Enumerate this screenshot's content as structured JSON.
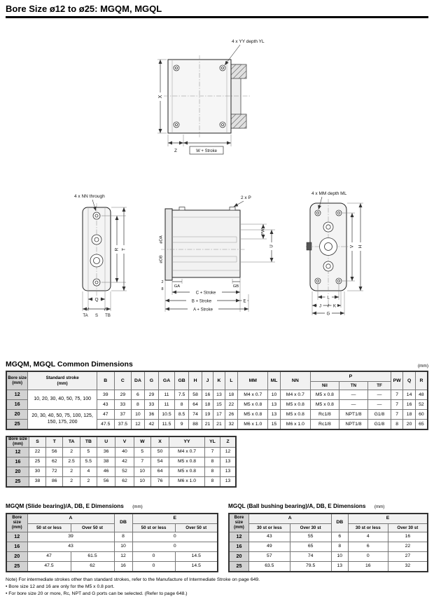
{
  "page": {
    "title": "Bore Size ø12 to ø25: MGQM, MGQL"
  },
  "colors": {
    "bore_column_shading": "#d2d2d2",
    "title_rule": "#000000"
  },
  "drawings": {
    "top": {
      "hole_note": "4 x YY depth YL",
      "dim_x": "X",
      "dim_z": "Z",
      "dim_w": "W + Stroke"
    },
    "front": {
      "hole_note": "4 x NN through",
      "dim_r": "R",
      "dim_t": "T",
      "dim_q": "Q",
      "dim_ta": "TA",
      "dim_s": "S",
      "dim_tb": "TB"
    },
    "side": {
      "port_note": "2 x P",
      "dim_da": "øDA",
      "dim_db": "øDB",
      "dim_pw": "PW",
      "dim_u": "U",
      "dim_2": "2",
      "dim_8": "8",
      "dim_ga": "GA",
      "dim_gb": "GB",
      "dim_c": "C + Stroke",
      "dim_b": "B + Stroke",
      "dim_e": "E",
      "dim_a": "A + Stroke"
    },
    "rear": {
      "hole_note": "4 x MM depth ML",
      "dim_h": "H",
      "dim_v": "V",
      "dim_l": "L",
      "dim_j": "J",
      "dim_k": "K",
      "dim_g": "G"
    }
  },
  "common": {
    "title": "MGQM, MGQL Common Dimensions",
    "unit": "(mm)",
    "t1": {
      "h_bore": "Bore size\n(mm)",
      "h_stroke": "Standard stroke\n(mm)",
      "h_cols": [
        "B",
        "C",
        "DA",
        "G",
        "GA",
        "GB",
        "H",
        "J",
        "K",
        "L",
        "MM",
        "ML",
        "NN"
      ],
      "h_p": "P",
      "h_p_sub": [
        "Nil",
        "TN",
        "TF"
      ],
      "h_tail": [
        "PW",
        "Q",
        "R"
      ],
      "stroke_12_16": "10, 20, 30, 40, 50, 75, 100",
      "stroke_20_25": "20, 30, 40, 50, 75, 100, 125, 150, 175, 200",
      "rows": [
        {
          "bore": "12",
          "v": [
            "39",
            "29",
            "6",
            "29",
            "11",
            "7.5",
            "58",
            "16",
            "13",
            "18",
            "M4 x 0.7",
            "10",
            "M4 x 0.7",
            "M5 x 0.8",
            "—",
            "—",
            "7",
            "14",
            "48"
          ]
        },
        {
          "bore": "16",
          "v": [
            "43",
            "33",
            "8",
            "33",
            "11",
            "8",
            "64",
            "18",
            "15",
            "22",
            "M5 x 0.8",
            "13",
            "M5 x 0.8",
            "M5 x 0.8",
            "—",
            "—",
            "7",
            "16",
            "52"
          ]
        },
        {
          "bore": "20",
          "v": [
            "47",
            "37",
            "10",
            "36",
            "10.5",
            "8.5",
            "74",
            "19",
            "17",
            "26",
            "M5 x 0.8",
            "13",
            "M5 x 0.8",
            "Rc1/8",
            "NPT1/8",
            "G1/8",
            "7",
            "18",
            "60"
          ]
        },
        {
          "bore": "25",
          "v": [
            "47.5",
            "37.5",
            "12",
            "42",
            "11.5",
            "9",
            "88",
            "21",
            "21",
            "32",
            "M6 x 1.0",
            "15",
            "M6 x 1.0",
            "Rc1/8",
            "NPT1/8",
            "G1/8",
            "8",
            "20",
            "65"
          ]
        }
      ]
    },
    "t2": {
      "h_bore": "Bore size\n(mm)",
      "h_cols": [
        "S",
        "T",
        "TA",
        "TB",
        "U",
        "V",
        "W",
        "X",
        "YY",
        "YL",
        "Z"
      ],
      "rows": [
        {
          "bore": "12",
          "v": [
            "22",
            "56",
            "2",
            "5",
            "36",
            "40",
            "5",
            "50",
            "M4 x 0.7",
            "7",
            "12"
          ]
        },
        {
          "bore": "16",
          "v": [
            "25",
            "62",
            "2.5",
            "5.5",
            "38",
            "42",
            "7",
            "54",
            "M5 x 0.8",
            "8",
            "13"
          ]
        },
        {
          "bore": "20",
          "v": [
            "30",
            "72",
            "2",
            "4",
            "46",
            "52",
            "10",
            "64",
            "M5 x 0.8",
            "8",
            "13"
          ]
        },
        {
          "bore": "25",
          "v": [
            "38",
            "86",
            "2",
            "2",
            "56",
            "62",
            "10",
            "76",
            "M6 x 1.0",
            "8",
            "13"
          ]
        }
      ]
    }
  },
  "mgqm": {
    "title": "MGQM (Slide bearing)/A, DB, E Dimensions",
    "unit": "(mm)",
    "h_bore": "Bore size\n(mm)",
    "h_a": "A",
    "h_db": "DB",
    "h_e": "E",
    "h_sub": [
      "50 st or less",
      "Over 50 st",
      "50 st or less",
      "Over 50 st"
    ],
    "rows": [
      {
        "bore": "12",
        "a": "39",
        "db": "8",
        "e": "0"
      },
      {
        "bore": "16",
        "a": "43",
        "db": "10",
        "e": "0"
      },
      {
        "bore": "20",
        "a1": "47",
        "a2": "61.5",
        "db": "12",
        "e1": "0",
        "e2": "14.5"
      },
      {
        "bore": "25",
        "a1": "47.5",
        "a2": "62",
        "db": "16",
        "e1": "0",
        "e2": "14.5"
      }
    ]
  },
  "mgql": {
    "title": "MGQL (Ball bushing bearing)/A, DB, E Dimensions",
    "unit": "(mm)",
    "h_bore": "Bore size\n(mm)",
    "h_a": "A",
    "h_db": "DB",
    "h_e": "E",
    "h_sub": [
      "30 st or less",
      "Over 30 st",
      "30 st or less",
      "Over 30 st"
    ],
    "rows": [
      {
        "bore": "12",
        "a1": "43",
        "a2": "55",
        "db": "6",
        "e1": "4",
        "e2": "16"
      },
      {
        "bore": "16",
        "a1": "49",
        "a2": "65",
        "db": "8",
        "e1": "6",
        "e2": "22"
      },
      {
        "bore": "20",
        "a1": "57",
        "a2": "74",
        "db": "10",
        "e1": "0",
        "e2": "27"
      },
      {
        "bore": "25",
        "a1": "63.5",
        "a2": "79.5",
        "db": "13",
        "e1": "16",
        "e2": "32"
      }
    ]
  },
  "notes": {
    "note1": "Note) For intermediate strokes other than standard strokes, refer to the Manufacture of Intermediate Stroke on page 649.",
    "note2": "• Bore size 12 and 16 are only for the M5 x 0.8 port.",
    "note3": "• For bore size 20 or more, Rc, NPT and G ports can be selected. (Refer to page 648.)"
  }
}
